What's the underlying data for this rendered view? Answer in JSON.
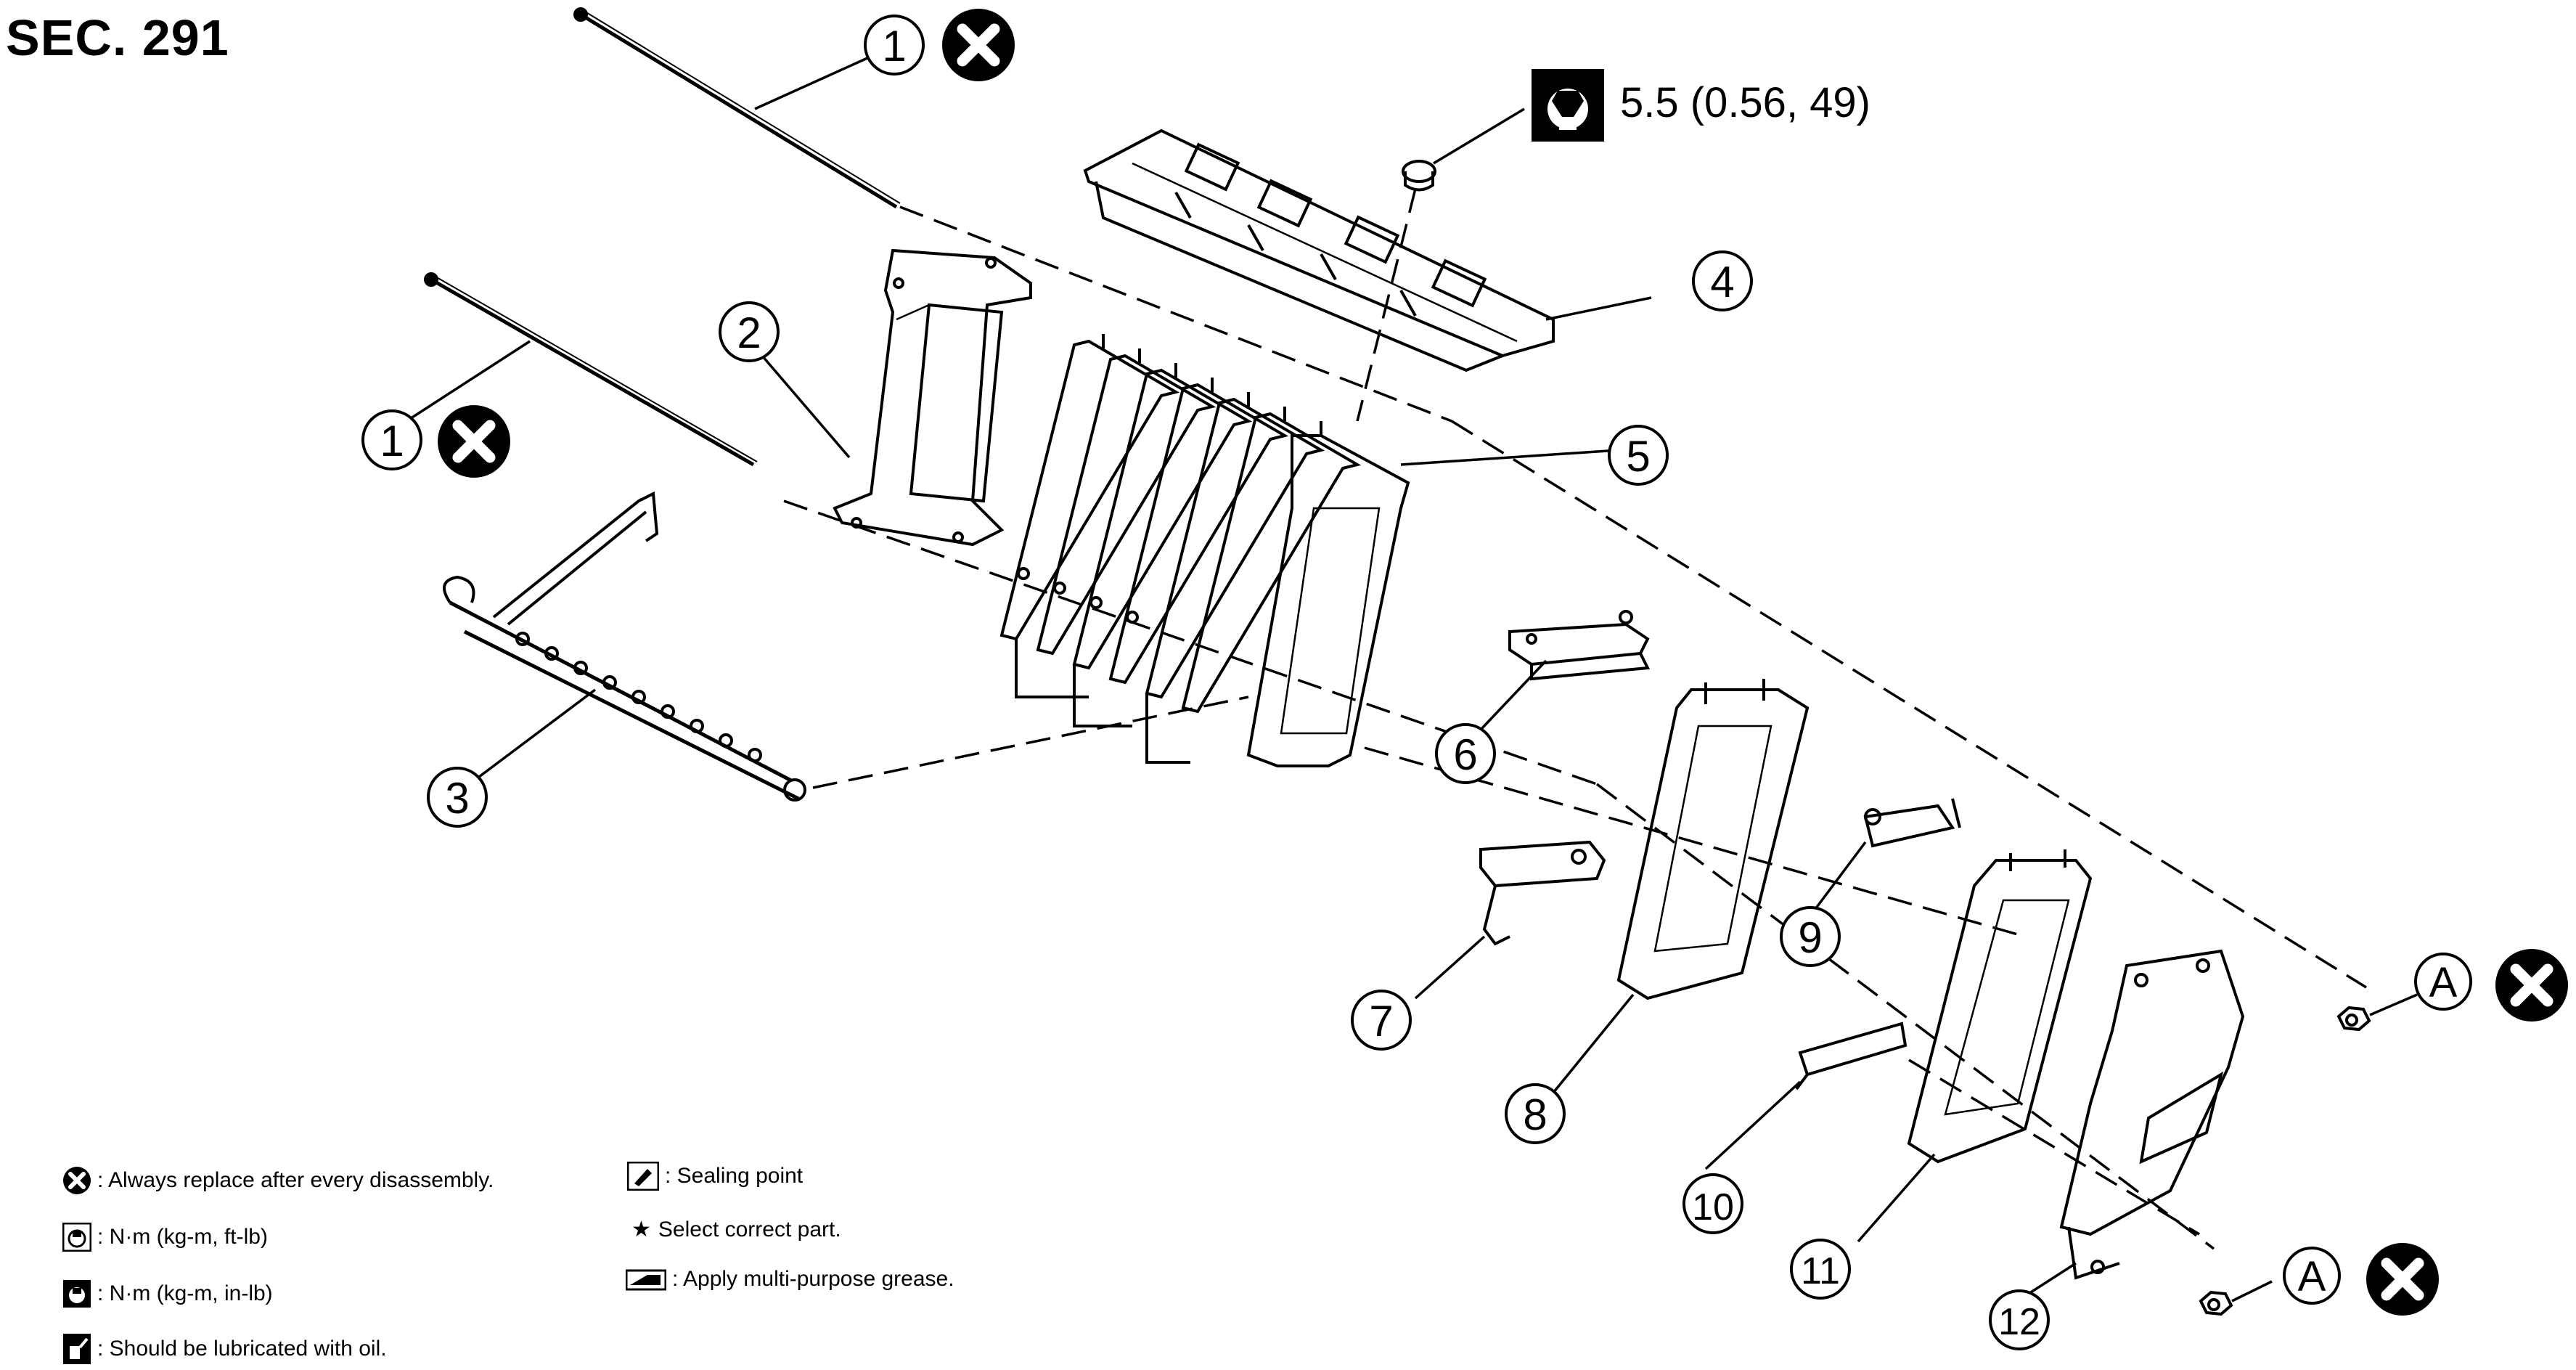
{
  "title": "SEC. 291",
  "torque_spec": "5.5 (0.56, 49)",
  "callouts": {
    "c1": "1",
    "c2": "2",
    "c3": "3",
    "c4": "4",
    "c5": "5",
    "c6": "6",
    "c7": "7",
    "c8": "8",
    "c9": "9",
    "c10": "10",
    "c11": "11",
    "c12": "12",
    "ref_a": "A"
  },
  "legend": {
    "replace": ": Always replace after every disassembly.",
    "torque_ft": ": N·m (kg-m, ft-lb)",
    "torque_in": ": N·m (kg-m, in-lb)",
    "oil": ": Should be lubricated with oil.",
    "sealing": ": Sealing point",
    "select_star": "★",
    "select": "Select correct part.",
    "grease": ": Apply multi-purpose grease."
  }
}
